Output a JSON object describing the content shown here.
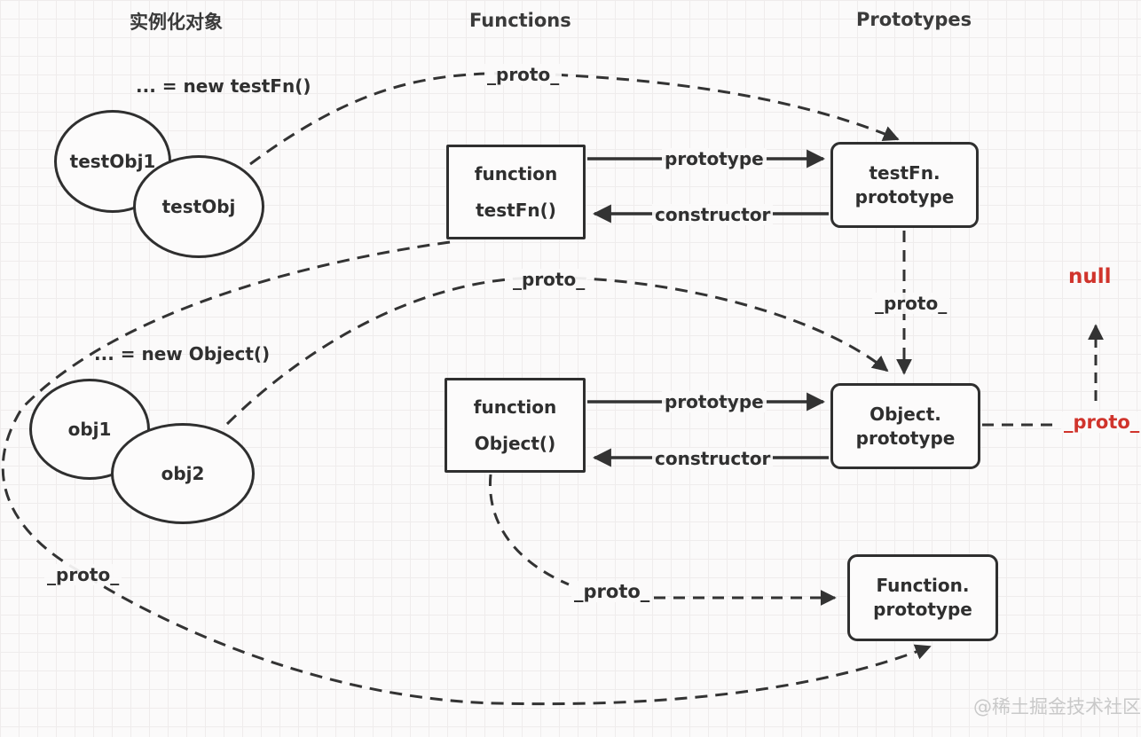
{
  "headers": {
    "instances": "实例化对象",
    "functions": "Functions",
    "prototypes": "Prototypes"
  },
  "instances": {
    "new_testfn": "... = new testFn()",
    "testobj1": "testObj1",
    "testobj": "testObj",
    "new_object": "... = new Object()",
    "obj1": "obj1",
    "obj2": "obj2"
  },
  "function_boxes": {
    "testfn": {
      "line1": "function",
      "line2": "testFn()"
    },
    "object": {
      "line1": "function",
      "line2": "Object()"
    }
  },
  "prototype_boxes": {
    "testfn": {
      "line1": "testFn.",
      "line2": "prototype"
    },
    "object": {
      "line1": "Object.",
      "line2": "prototype"
    },
    "function": {
      "line1": "Function.",
      "line2": "prototype"
    }
  },
  "edges": {
    "proto_label": "_proto_",
    "prototype_label": "prototype",
    "constructor_label": "constructor",
    "null_label": "null"
  },
  "colors": {
    "line": "#333333",
    "red": "#d0342c",
    "text": "#2f2f2f",
    "watermark": "#c9c9c9"
  },
  "watermark": "@稀土掘金技术社区"
}
